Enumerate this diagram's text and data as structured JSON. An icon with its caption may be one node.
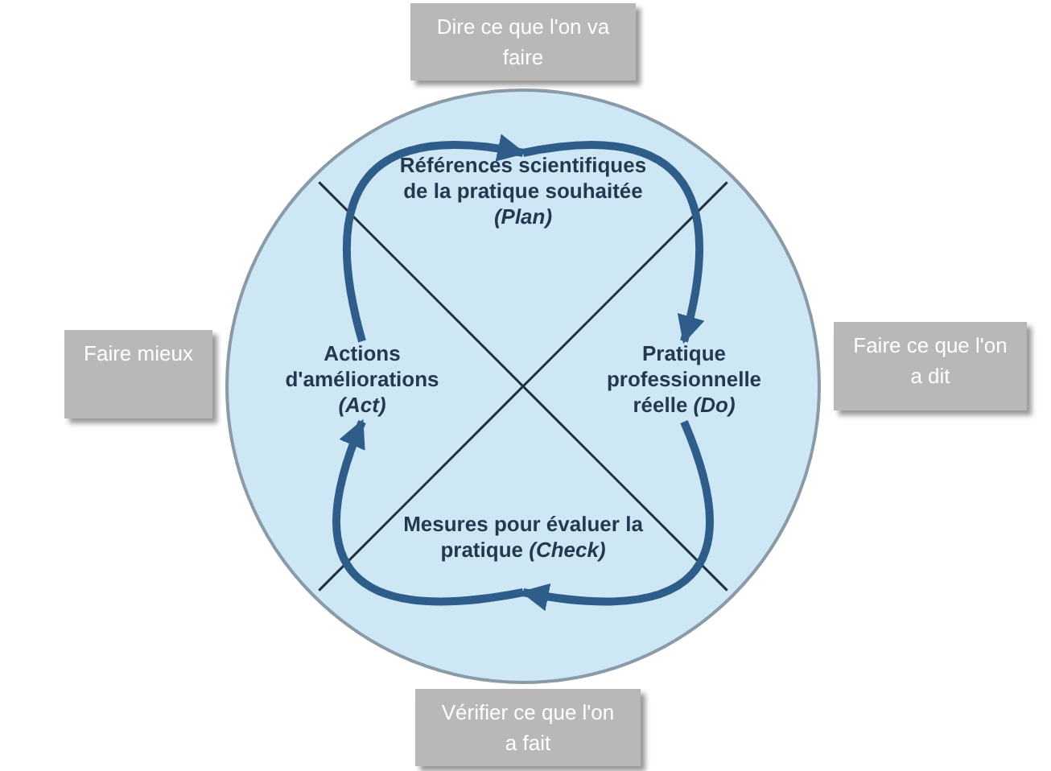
{
  "diagram": {
    "nodes": [
      {
        "text": [
          "Dire ce que l'on va faire"
        ]
      },
      {
        "text": [],
        "shape": "circle"
      },
      {
        "text": [
          "Références scientifiques de la pratique souhaitée *(Plan)*"
        ],
        "in": 1
      },
      {
        "text": [
          "Faire mieux"
        ]
      },
      {
        "text": [
          "Actions d'améliorations *(Act)*"
        ],
        "in": 1
      },
      {
        "text": [
          "Pratique professionnelle réelle *(Do)*"
        ],
        "in": 1
      },
      {
        "text": [
          "Faire ce que l'on a dit"
        ]
      },
      {
        "text": [
          "Mesures pour évaluer la pratique *(Check)*"
        ],
        "in": 1
      },
      {
        "text": [
          "Vérifier ce que l'on a fait"
        ]
      }
    ],
    "edges": [
      {
        "from": 4,
        "to": 2,
        "arrow": "to"
      },
      {
        "from": 2,
        "to": 5,
        "arrow": "to"
      },
      {
        "from": 5,
        "to": 7,
        "arrow": "to"
      },
      {
        "from": 7,
        "to": 4,
        "arrow": "to"
      }
    ]
  }
}
